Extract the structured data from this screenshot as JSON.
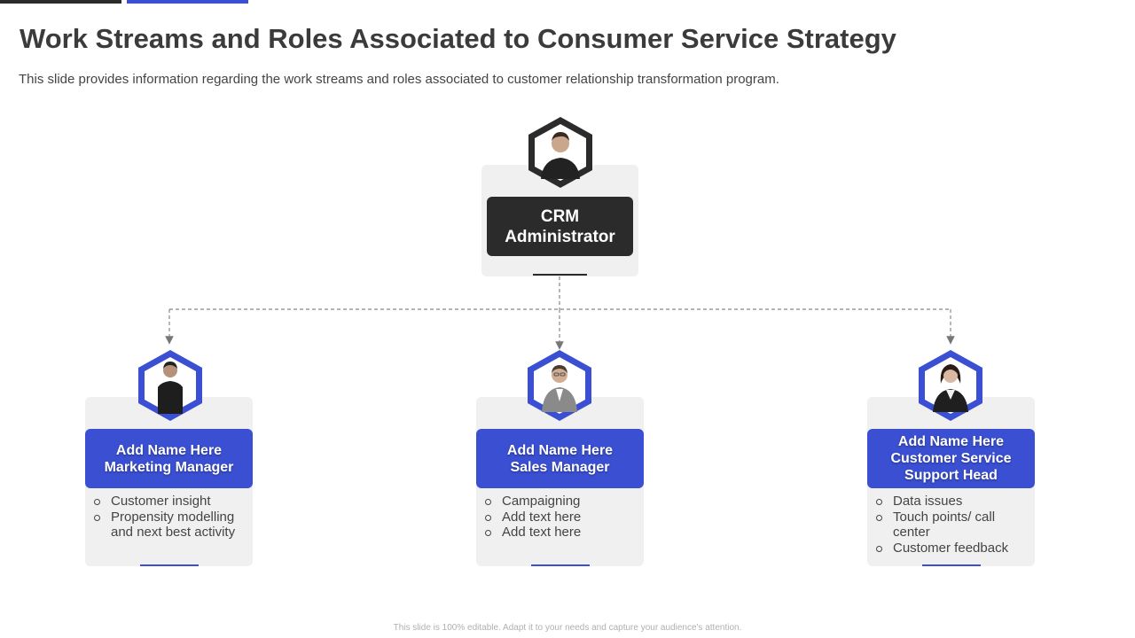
{
  "title": "Work Streams and Roles Associated to Consumer Service Strategy",
  "subtitle": "This slide provides information regarding the work streams and roles associated to customer relationship transformation program.",
  "colors": {
    "dark": "#2b2b2b",
    "accent": "#3a4fd1",
    "card": "#f0f0f0"
  },
  "root": {
    "label_line1": "CRM",
    "label_line2": "Administrator",
    "avatar_icon": "man-in-dark-shirt-avatar-icon"
  },
  "roles": [
    {
      "name": "Add Name Here",
      "title_line1": "Marketing Manager",
      "title_line2": "",
      "avatar_icon": "man-in-black-shirt-avatar-icon",
      "items": [
        "Customer insight",
        "Propensity modelling and next best activity"
      ]
    },
    {
      "name": "Add Name Here",
      "title_line1": "Sales Manager",
      "title_line2": "",
      "avatar_icon": "man-in-suit-avatar-icon",
      "items": [
        "Campaigning",
        "Add text here",
        "Add text here"
      ]
    },
    {
      "name": "Add Name Here",
      "title_line1": "Customer Service",
      "title_line2": "Support Head",
      "avatar_icon": "woman-in-suit-avatar-icon",
      "items": [
        "Data issues",
        "Touch points/ call center",
        "Customer feedback"
      ]
    }
  ],
  "footer": "This slide is 100% editable. Adapt it to your needs and capture your audience's attention."
}
